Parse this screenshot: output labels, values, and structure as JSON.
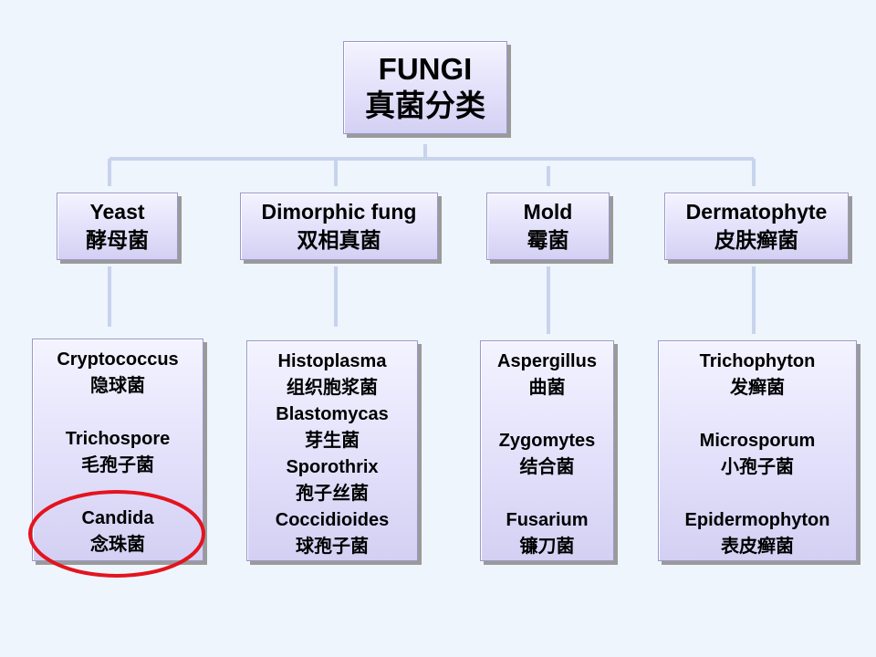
{
  "root": {
    "title": "FUNGI",
    "subtitle": "真菌分类"
  },
  "categories": [
    {
      "name": "Yeast",
      "cn": "酵母菌"
    },
    {
      "name": "Dimorphic fung",
      "cn": "双相真菌"
    },
    {
      "name": "Mold",
      "cn": "霉菌"
    },
    {
      "name": "Dermatophyte",
      "cn": "皮肤癣菌"
    }
  ],
  "yeast_items": [
    {
      "name": "Cryptococcus",
      "cn": "隐球菌"
    },
    {
      "name": "Trichospore",
      "cn": "毛孢子菌"
    },
    {
      "name": "Candida",
      "cn": "念珠菌"
    }
  ],
  "dimorphic_items": [
    {
      "name": "Histoplasma",
      "cn": "组织胞浆菌"
    },
    {
      "name": "Blastomycas",
      "cn": "芽生菌"
    },
    {
      "name": "Sporothrix",
      "cn": "孢子丝菌"
    },
    {
      "name": "Coccidioides",
      "cn": "球孢子菌"
    }
  ],
  "mold_items": [
    {
      "name": "Aspergillus",
      "cn": "曲菌"
    },
    {
      "name": "Zygomytes",
      "cn": "结合菌"
    },
    {
      "name": "Fusarium",
      "cn": "镰刀菌"
    }
  ],
  "dermatophyte_items": [
    {
      "name": "Trichophyton",
      "cn": "发癣菌"
    },
    {
      "name": "Microsporum",
      "cn": "小孢子菌"
    },
    {
      "name": "Epidermophyton",
      "cn": "表皮癣菌"
    }
  ],
  "colors": {
    "connector": "#c8d3ec",
    "highlight": "#e3141e",
    "box_border": "#9a98c8"
  }
}
